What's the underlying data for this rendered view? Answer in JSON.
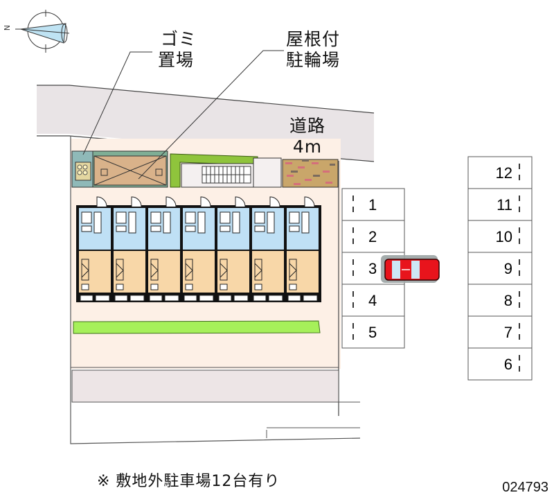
{
  "compass": {
    "north_label": "N",
    "icon": "north-arrow-icon"
  },
  "labels": {
    "garbage": {
      "line1": "ゴミ",
      "line2": "置場"
    },
    "bike_parking": {
      "line1": "屋根付",
      "line2": "駐輪場"
    },
    "road": {
      "line1": "道路",
      "line2": "4m"
    }
  },
  "building": {
    "unit_count": 7
  },
  "parking_left": [
    {
      "number": "1",
      "occupied": false
    },
    {
      "number": "2",
      "occupied": false
    },
    {
      "number": "3",
      "occupied": true
    },
    {
      "number": "4",
      "occupied": false
    },
    {
      "number": "5",
      "occupied": false
    }
  ],
  "parking_right": [
    {
      "number": "12"
    },
    {
      "number": "11"
    },
    {
      "number": "10"
    },
    {
      "number": "9"
    },
    {
      "number": "8"
    },
    {
      "number": "7"
    },
    {
      "number": "6"
    }
  ],
  "footer": {
    "note": "※ 敷地外駐車場12台有り",
    "code": "024793"
  },
  "colors": {
    "road": "#e9e4e6",
    "site": "#fdf0e6",
    "room": "#f8d7a8",
    "wet": "#bfe0f5",
    "green": "#a8e85c",
    "car": "#e8141c"
  }
}
